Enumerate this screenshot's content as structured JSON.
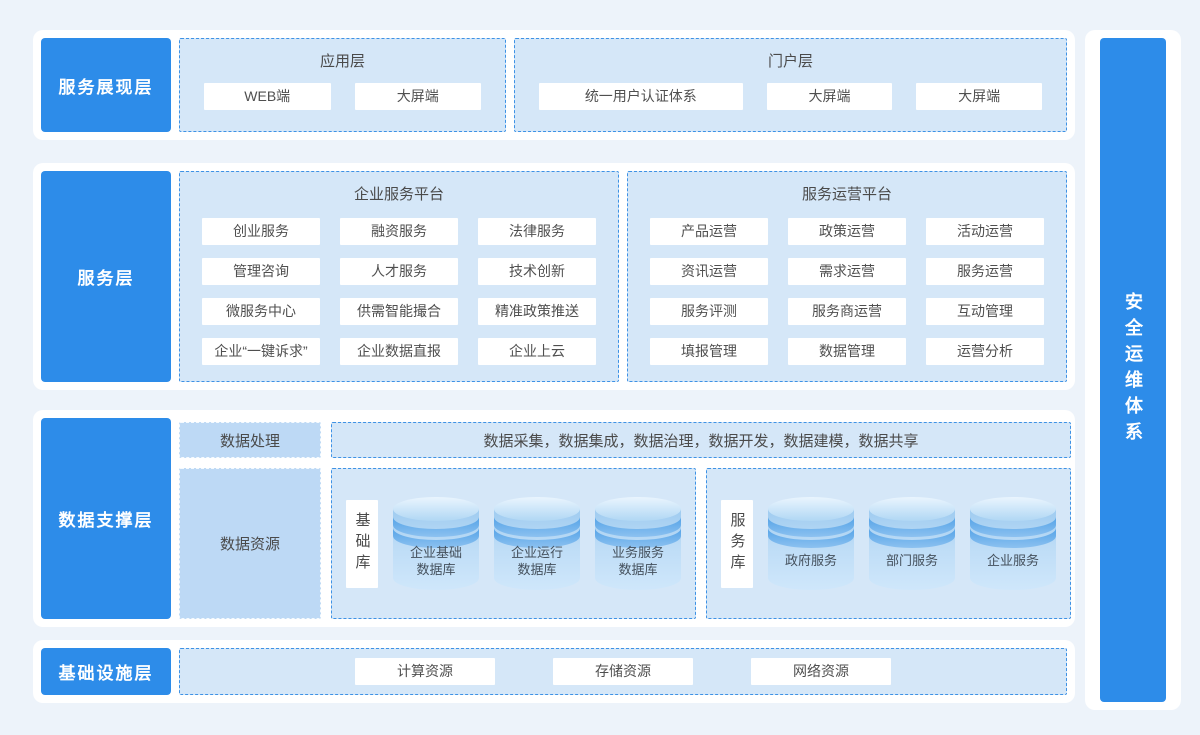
{
  "colors": {
    "page_bg": "#edf3fa",
    "section_bg": "#ffffff",
    "primary_blue": "#2d8ce9",
    "panel_bg": "#d5e7f8",
    "panel_dashed_border": "#3e92e5",
    "sub_label_bg": "#bdd9f5",
    "cylinder_band": "#55a3e7",
    "text_dark": "#4a4a4a"
  },
  "layers": {
    "presentation": {
      "label": "服务展现层",
      "panels": [
        {
          "title": "应用层",
          "items": [
            "WEB端",
            "大屏端"
          ]
        },
        {
          "title": "门户层",
          "items": [
            "统一用户认证体系",
            "大屏端",
            "大屏端"
          ]
        }
      ]
    },
    "service": {
      "label": "服务层",
      "panels": [
        {
          "title": "企业服务平台",
          "items": [
            "创业服务",
            "融资服务",
            "法律服务",
            "管理咨询",
            "人才服务",
            "技术创新",
            "微服务中心",
            "供需智能撮合",
            "精准政策推送",
            "企业“一键诉求”",
            "企业数据直报",
            "企业上云"
          ]
        },
        {
          "title": "服务运营平台",
          "items": [
            "产品运营",
            "政策运营",
            "活动运营",
            "资讯运营",
            "需求运营",
            "服务运营",
            "服务评测",
            "服务商运营",
            "互动管理",
            "填报管理",
            "数据管理",
            "运营分析"
          ]
        }
      ]
    },
    "data": {
      "label": "数据支撑层",
      "processing_label": "数据处理",
      "processing_text": "数据采集，数据集成，数据治理，数据开发，数据建模，数据共享",
      "resource_label": "数据资源",
      "db_groups": [
        {
          "group_label": "基础库",
          "databases": [
            "企业基础\n数据库",
            "企业运行\n数据库",
            "业务服务\n数据库"
          ]
        },
        {
          "group_label": "服务库",
          "databases": [
            "政府服务",
            "部门服务",
            "企业服务"
          ]
        }
      ]
    },
    "infrastructure": {
      "label": "基础设施层",
      "items": [
        "计算资源",
        "存储资源",
        "网络资源"
      ]
    },
    "security": {
      "label": "安全运维体系"
    }
  }
}
